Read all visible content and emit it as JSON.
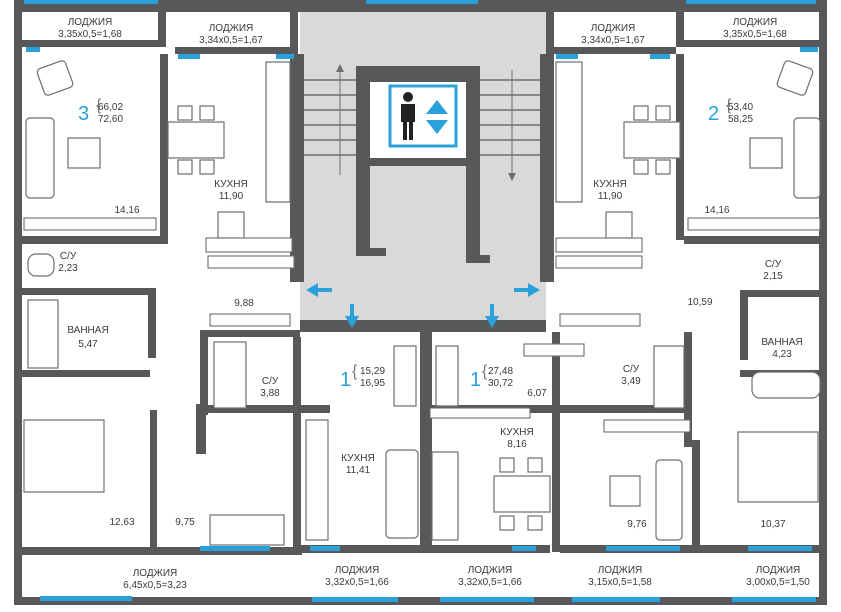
{
  "colors": {
    "wall": "#57585a",
    "window": "#2ba1dc",
    "core": "#d9d9d9",
    "text": "#3a3a3a"
  },
  "labels": {
    "loggia_tl_name": "ЛОДЖИЯ",
    "loggia_tl_dim": "3,35x0,5=1,68",
    "loggia_tc1_name": "ЛОДЖИЯ",
    "loggia_tc1_dim": "3,34x0,5=1,67",
    "loggia_tc2_name": "ЛОДЖИЯ",
    "loggia_tc2_dim": "3,34x0,5=1,67",
    "loggia_tr_name": "ЛОДЖИЯ",
    "loggia_tr_dim": "3,35x0,5=1,68",
    "apt3_num": "3",
    "apt3_area1": "66,02",
    "apt3_area2": "72,60",
    "apt2_num": "2",
    "apt2_area1": "53,40",
    "apt2_area2": "58,25",
    "room_a3_living": "14,16",
    "kitchen_a3_name": "КУХНЯ",
    "kitchen_a3_area": "11,90",
    "kitchen_a2_name": "КУХНЯ",
    "kitchen_a2_area": "11,90",
    "room_a2_living": "14,16",
    "wc_a3_name": "С/У",
    "wc_a3_area": "2,23",
    "wc_a2_name": "С/У",
    "wc_a2_area": "2,15",
    "hall_a3": "9,88",
    "hall_a2": "10,59",
    "bath_a3_name": "ВАННАЯ",
    "bath_a3_area": "5,47",
    "bath_a2_name": "ВАННАЯ",
    "bath_a2_area": "4,23",
    "wc_c1_name": "С/У",
    "wc_c1_area": "3,88",
    "wc_c2_name": "С/У",
    "wc_c2_area": "3,49",
    "apt1a_num": "1",
    "apt1a_area1": "15,29",
    "apt1a_area2": "16,95",
    "apt1b_num": "1",
    "apt1b_area1": "27,48",
    "apt1b_area2": "30,72",
    "hall_c2": "6,07",
    "kitchen_c1_name": "КУХНЯ",
    "kitchen_c1_area": "11,41",
    "kitchen_c2_name": "КУХНЯ",
    "kitchen_c2_area": "8,16",
    "room_a3_bed": "12,63",
    "room_a3_second": "9,75",
    "room_c2": "9,76",
    "room_a2_bed": "10,37",
    "loggia_bl_name": "ЛОДЖИЯ",
    "loggia_bl_dim": "6,45x0,5=3,23",
    "loggia_bc1_name": "ЛОДЖИЯ",
    "loggia_bc1_dim": "3,32x0,5=1,66",
    "loggia_bc2_name": "ЛОДЖИЯ",
    "loggia_bc2_dim": "3,32x0,5=1,66",
    "loggia_bc3_name": "ЛОДЖИЯ",
    "loggia_bc3_dim": "3,15x0,5=1,58",
    "loggia_br_name": "ЛОДЖИЯ",
    "loggia_br_dim": "3,00x0,5=1,50"
  }
}
